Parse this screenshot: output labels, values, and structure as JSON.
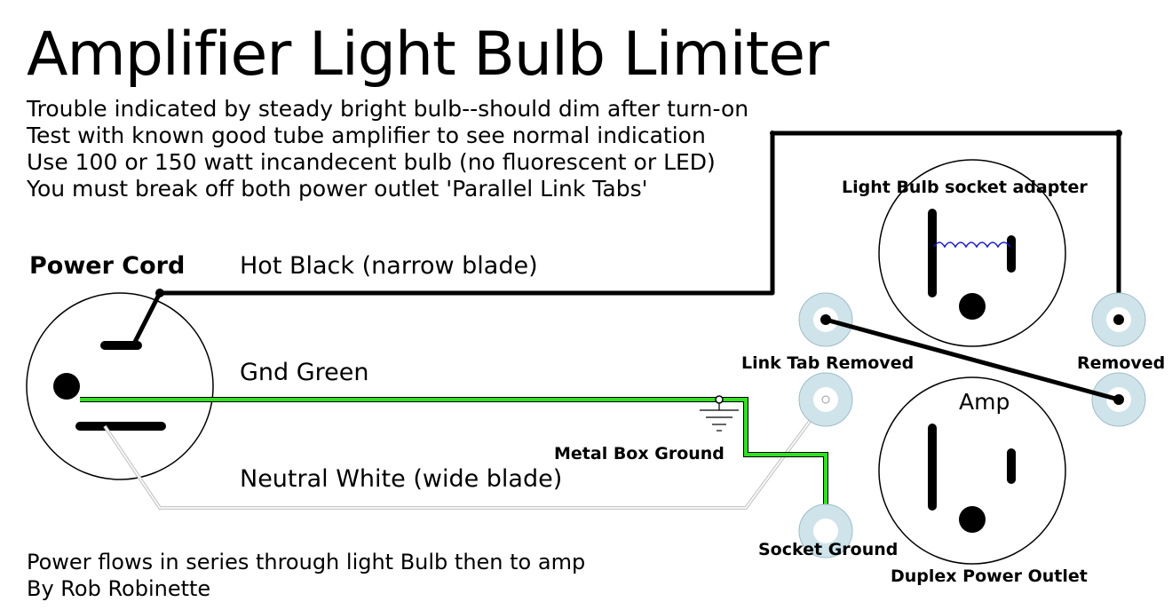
{
  "title": "Amplifier Light Bulb Limiter",
  "notes": [
    "Trouble indicated by steady bright bulb--should dim after turn-on",
    "Test with known good tube amplifier to see normal indication",
    "Use 100 or 150 watt incandecent bulb (no fluorescent or LED)",
    "You must break off both power outlet 'Parallel Link Tabs'"
  ],
  "labels": {
    "power_cord": "Power Cord",
    "hot": "Hot Black (narrow blade)",
    "gnd": "Gnd Green",
    "neutral": "Neutral White (wide blade)",
    "bulb_adapter": "Light Bulb socket adapter",
    "link_tab_removed": "Link Tab Removed",
    "removed": "Removed",
    "amp": "Amp",
    "metal_box_ground": "Metal Box Ground",
    "socket_ground": "Socket Ground",
    "duplex_outlet": "Duplex Power Outlet"
  },
  "footer": [
    "Power flows in series through light Bulb then to amp",
    "By Rob Robinette"
  ],
  "colors": {
    "hot_wire": "#000000",
    "ground_wire": "#33e020",
    "neutral_wire": "#c8c8c8",
    "terminal_ring": "#cfe3ea",
    "filament": "#1a1acc"
  }
}
